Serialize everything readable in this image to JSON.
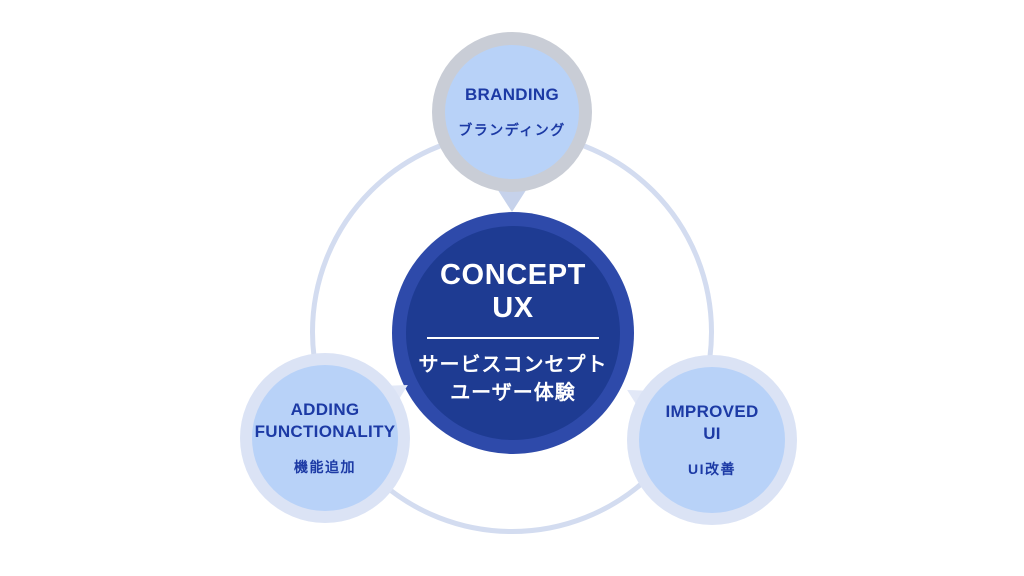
{
  "diagram": {
    "type": "concept-relationship-diagram",
    "center": {
      "title_line1": "CONCEPT",
      "title_line2": "UX",
      "subtitle_line1": "サービスコンセプト",
      "subtitle_line2": "ユーザー体験"
    },
    "satellite_top": {
      "title": "BRANDING",
      "subtitle": "ブランディング"
    },
    "satellite_left": {
      "title_line1": "ADDING",
      "title_line2": "FUNCTIONALITY",
      "subtitle": "機能追加"
    },
    "satellite_right": {
      "title_line1": "IMPROVED",
      "title_line2": "UI",
      "subtitle": "UI改善"
    }
  },
  "colors": {
    "bg": "#ffffff",
    "center-ring": "#2e4aaa",
    "center-fill": "#1e3b92",
    "center-text": "#ffffff",
    "satellite-fill": "#b8d2f8",
    "satellite-ring-gray": "#c9cdd6",
    "satellite-ring-pale": "#dbe3f5",
    "text-blue": "#1c3aa5",
    "orbit-ring": "#d3dcf0",
    "tail-top": "#c6d2eb",
    "tail-bottom": "#e2e8f7"
  }
}
